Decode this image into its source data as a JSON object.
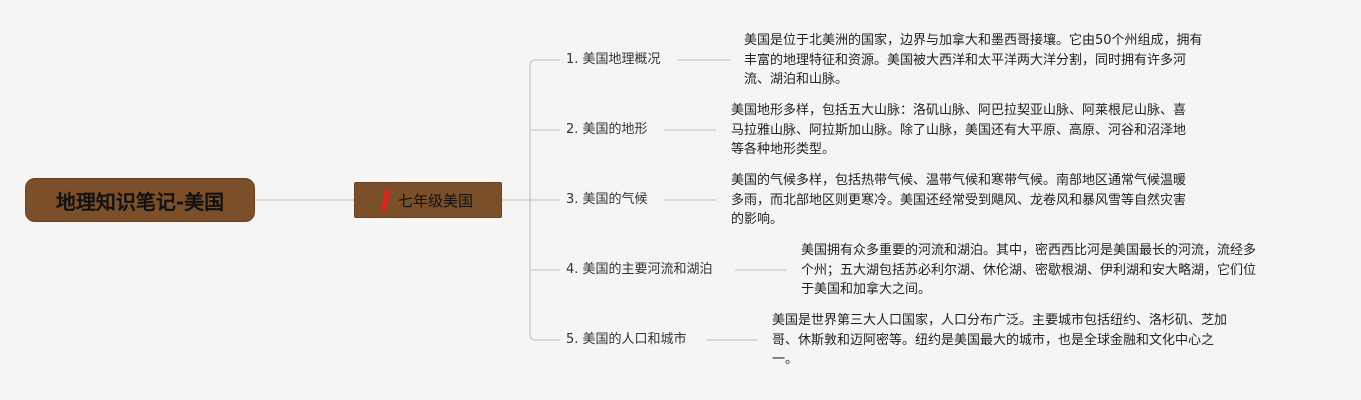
{
  "root": {
    "label": "地理知识笔记-美国"
  },
  "center": {
    "label": "七年级美国",
    "marker_color": "#e0241b"
  },
  "colors": {
    "node_fill": "#7b4f2a",
    "line": "#c9c9c9",
    "background": "#f6f5f3"
  },
  "branches": [
    {
      "label": "1. 美国地理概况",
      "detail_lines": [
        "美国是位于北美洲的国家，边界与加拿大和墨西哥接壤。它由50个州组成，拥有",
        "丰富的地理特征和资源。美国被大西洋和太平洋两大洋分割，同时拥有许多河",
        "流、湖泊和山脉。"
      ]
    },
    {
      "label": "2. 美国的地形",
      "detail_lines": [
        "美国地形多样，包括五大山脉：洛矶山脉、阿巴拉契亚山脉、阿莱根尼山脉、喜",
        "马拉雅山脉、阿拉斯加山脉。除了山脉，美国还有大平原、高原、河谷和沼泽地",
        "等各种地形类型。"
      ]
    },
    {
      "label": "3. 美国的气候",
      "detail_lines": [
        "美国的气候多样，包括热带气候、温带气候和寒带气候。南部地区通常气候温暖",
        "多雨，而北部地区则更寒冷。美国还经常受到飓风、龙卷风和暴风雪等自然灾害",
        "的影响。"
      ]
    },
    {
      "label": "4. 美国的主要河流和湖泊",
      "detail_lines": [
        "美国拥有众多重要的河流和湖泊。其中，密西西比河是美国最长的河流，流经多",
        "个州；五大湖包括苏必利尔湖、休伦湖、密歇根湖、伊利湖和安大略湖，它们位",
        "于美国和加拿大之间。"
      ]
    },
    {
      "label": "5. 美国的人口和城市",
      "detail_lines": [
        "美国是世界第三大人口国家，人口分布广泛。主要城市包括纽约、洛杉矶、芝加",
        "哥、休斯敦和迈阿密等。纽约是美国最大的城市，也是全球金融和文化中心之",
        "一。"
      ]
    }
  ]
}
